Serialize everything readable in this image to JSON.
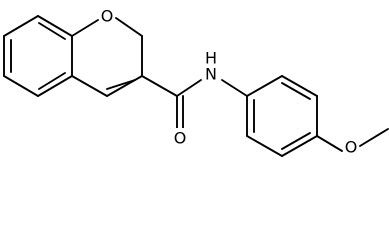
{
  "molecule": {
    "atoms": [
      {
        "id": "O1",
        "label": "O"
      },
      {
        "id": "O_amide",
        "label": "O"
      },
      {
        "id": "NH",
        "label": "N"
      },
      {
        "id": "NH_H",
        "label": "H"
      },
      {
        "id": "O_methoxy",
        "label": "O"
      }
    ]
  },
  "colors": {
    "bond": "#000000",
    "background": "#ffffff"
  }
}
